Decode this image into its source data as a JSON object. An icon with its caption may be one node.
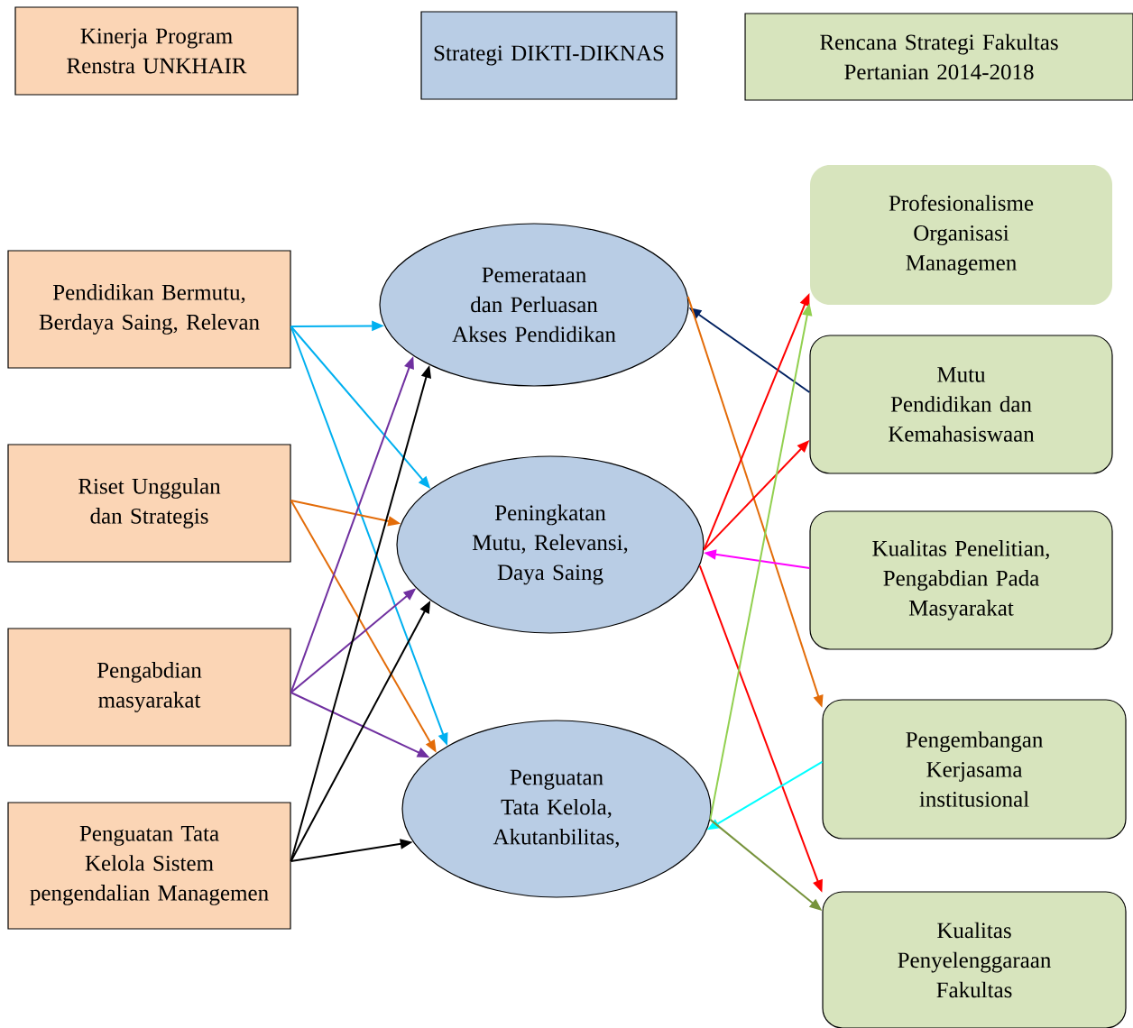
{
  "diagram": {
    "nodes": [
      {
        "text": [
          "Kinerja Program Renstra UNKHAIR"
        ]
      },
      {
        "text": [
          "Strategi DIKTI-DIKNAS"
        ]
      },
      {
        "text": [
          "Rencana Strategi Fakultas Pertanian 2014-2018"
        ]
      },
      {
        "text": [
          "Pendidikan Bermutu, Berdaya Saing, Relevan"
        ]
      },
      {
        "text": [
          "Riset Unggulan dan Strategis"
        ]
      },
      {
        "text": [
          "Pengabdian masyarakat"
        ]
      },
      {
        "text": [
          "Penguatan Tata Kelola Sistem pengendalian Managemen"
        ]
      },
      {
        "text": [
          "Pemerataan dan Perluasan Akses Pendidikan"
        ]
      },
      {
        "text": [
          "Peningkatan Mutu, Relevansi, Daya Saing"
        ]
      },
      {
        "text": [
          "Penguatan Tata Kelola, Akutanbilitas,"
        ]
      },
      {
        "text": [
          "Profesionalisme Organisasi Managemen"
        ]
      },
      {
        "text": [
          "Mutu Pendidikan dan Kemahasiswaan"
        ]
      },
      {
        "text": [
          "Kualitas Penelitian, Pengabdian Pada Masyarakat"
        ]
      },
      {
        "text": [
          "Pengembangan Kerjasama institusional"
        ]
      },
      {
        "text": [
          "Kualitas Penyelenggaraan Fakultas"
        ]
      }
    ],
    "edges": [
      {
        "from": 3,
        "to": 7,
        "arrow": "to",
        "color": "#00b0f0"
      },
      {
        "from": 3,
        "to": 8,
        "arrow": "to",
        "color": "#00b0f0"
      },
      {
        "from": 3,
        "to": 9,
        "arrow": "to",
        "color": "#00b0f0"
      },
      {
        "from": 4,
        "to": 8,
        "arrow": "to",
        "color": "#e36c09"
      },
      {
        "from": 4,
        "to": 9,
        "arrow": "to",
        "color": "#e36c09"
      },
      {
        "from": 5,
        "to": 7,
        "arrow": "to",
        "color": "#7030a0"
      },
      {
        "from": 5,
        "to": 8,
        "arrow": "to",
        "color": "#7030a0"
      },
      {
        "from": 5,
        "to": 9,
        "arrow": "to",
        "color": "#7030a0"
      },
      {
        "from": 6,
        "to": 7,
        "arrow": "to",
        "color": "#000000"
      },
      {
        "from": 6,
        "to": 8,
        "arrow": "to",
        "color": "#000000"
      },
      {
        "from": 6,
        "to": 9,
        "arrow": "to",
        "color": "#000000"
      },
      {
        "from": 11,
        "to": 7,
        "arrow": "to",
        "color": "#002060"
      },
      {
        "from": 7,
        "to": 13,
        "arrow": "to",
        "color": "#e36c09"
      },
      {
        "from": 8,
        "to": 10,
        "arrow": "to",
        "color": "#ff0000"
      },
      {
        "from": 8,
        "to": 11,
        "arrow": "to",
        "color": "#ff0000"
      },
      {
        "from": 12,
        "to": 8,
        "arrow": "to",
        "color": "#ff00ff"
      },
      {
        "from": 8,
        "to": 14,
        "arrow": "to",
        "color": "#ff0000"
      },
      {
        "from": 13,
        "to": 9,
        "arrow": "to",
        "color": "#00ffff"
      },
      {
        "from": 9,
        "to": 10,
        "arrow": "to",
        "color": "#92d050"
      },
      {
        "from": 9,
        "to": 14,
        "arrow": "to",
        "color": "#77933c"
      }
    ]
  }
}
